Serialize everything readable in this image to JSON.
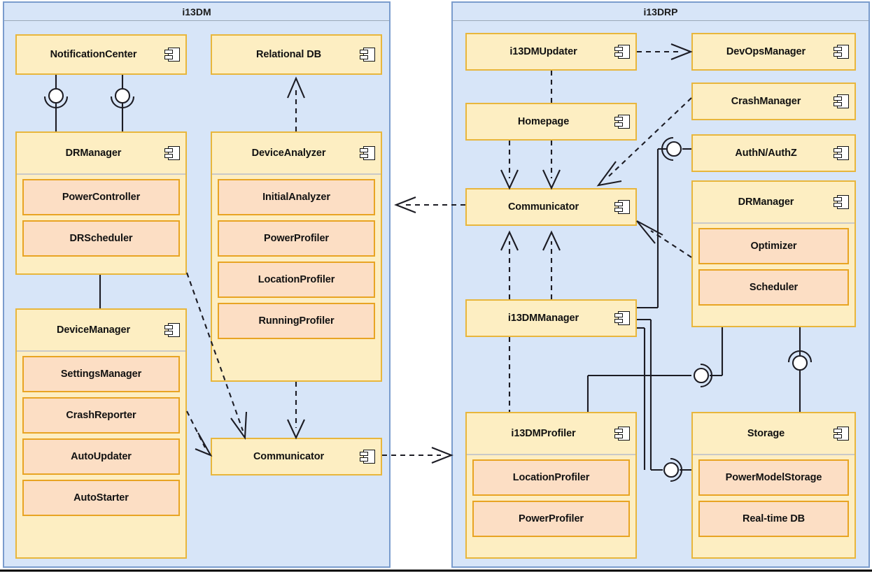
{
  "diagram": {
    "type": "uml-component-diagram",
    "colors": {
      "panel_fill": "#d7e5f8",
      "panel_border": "#7a9ccd",
      "component_fill": "#fdeec2",
      "component_border": "#e8b63c",
      "subcomponent_fill": "#fcdec4",
      "subcomponent_border": "#e8a423",
      "connector_stroke": "#1c1c24"
    },
    "icon": "uml-component-icon"
  },
  "panels": [
    {
      "id": "i13dm",
      "title": "i13DM",
      "components": [
        {
          "id": "notificationcenter",
          "label": "NotificationCenter",
          "parts": []
        },
        {
          "id": "relationaldb",
          "label": "Relational DB",
          "parts": []
        },
        {
          "id": "drmanager_dm",
          "label": "DRManager",
          "parts": [
            "PowerController",
            "DRScheduler"
          ]
        },
        {
          "id": "deviceanalyzer",
          "label": "DeviceAnalyzer",
          "parts": [
            "InitialAnalyzer",
            "PowerProfiler",
            "LocationProfiler",
            "RunningProfiler"
          ]
        },
        {
          "id": "devicemanager",
          "label": "DeviceManager",
          "parts": [
            "SettingsManager",
            "CrashReporter",
            "AutoUpdater",
            "AutoStarter"
          ]
        },
        {
          "id": "communicator_dm",
          "label": "Communicator",
          "parts": []
        }
      ]
    },
    {
      "id": "i13drp",
      "title": "i13DRP",
      "components": [
        {
          "id": "i13dmupdater",
          "label": "i13DMUpdater",
          "parts": []
        },
        {
          "id": "devopsmanager",
          "label": "DevOpsManager",
          "parts": []
        },
        {
          "id": "homepage",
          "label": "Homepage",
          "parts": []
        },
        {
          "id": "crashmanager",
          "label": "CrashManager",
          "parts": []
        },
        {
          "id": "authnauthz",
          "label": "AuthN/AuthZ",
          "parts": []
        },
        {
          "id": "communicator_drp",
          "label": "Communicator",
          "parts": []
        },
        {
          "id": "drmanager_drp",
          "label": "DRManager",
          "parts": [
            "Optimizer",
            "Scheduler"
          ]
        },
        {
          "id": "i13dmmanager",
          "label": "i13DMManager",
          "parts": []
        },
        {
          "id": "i13dmprofiler",
          "label": "i13DMProfiler",
          "parts": [
            "LocationProfiler",
            "PowerProfiler"
          ]
        },
        {
          "id": "storage",
          "label": "Storage",
          "parts": [
            "PowerModelStorage",
            "Real-time DB"
          ]
        }
      ]
    }
  ]
}
